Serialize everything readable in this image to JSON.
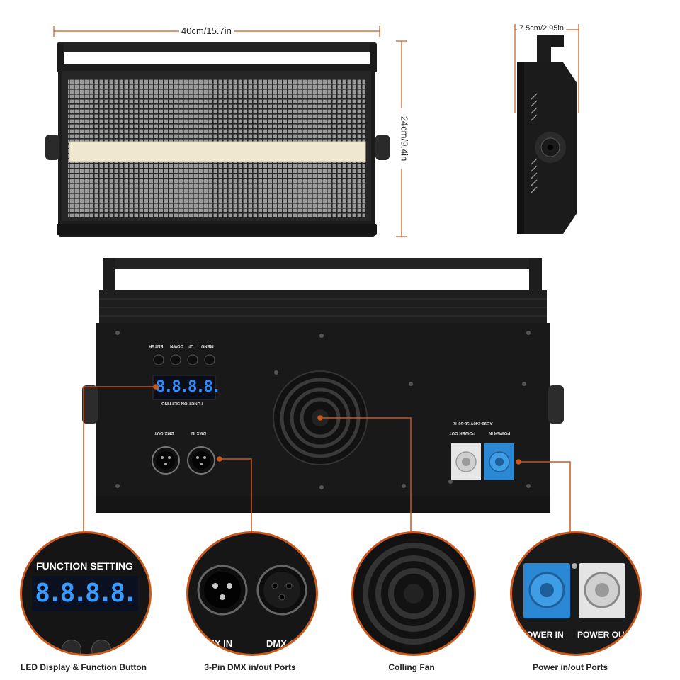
{
  "dimensions": {
    "width": "40cm/15.7in",
    "height": "24cm/9.4in",
    "depth": "7.5cm/2.95in"
  },
  "rear_panel": {
    "buttons": [
      "MENU",
      "UP",
      "DOWN",
      "ENTER"
    ],
    "display_digits": "8.8.8.8.",
    "function_setting_label": "FUNCTION SETTING",
    "dmx_out_label": "DMX OUT",
    "dmx_in_label": "DMX IN",
    "power_in_label": "POWER IN",
    "power_out_label": "POWER OUT",
    "voltage_label": "AC90-240V 50-60Hz"
  },
  "detail_circles": [
    {
      "heading": "FUNCTION SETTING",
      "digits": "8.8.8.8.",
      "caption": "LED Display & Function Button"
    },
    {
      "label_left": "MX IN",
      "label_right": "DMX O",
      "caption": "3-Pin DMX in/out Ports"
    },
    {
      "caption": "Colling Fan"
    },
    {
      "label_left": "POWER IN",
      "label_right": "POWER OU",
      "caption": "Power in/out Ports"
    }
  ],
  "colors": {
    "accent": "#c8581c",
    "fixture": "#1c1c1c",
    "lcd": "#2e8cff",
    "powercon_blue": "#2a88d4",
    "powercon_white": "#e4e4e4"
  }
}
